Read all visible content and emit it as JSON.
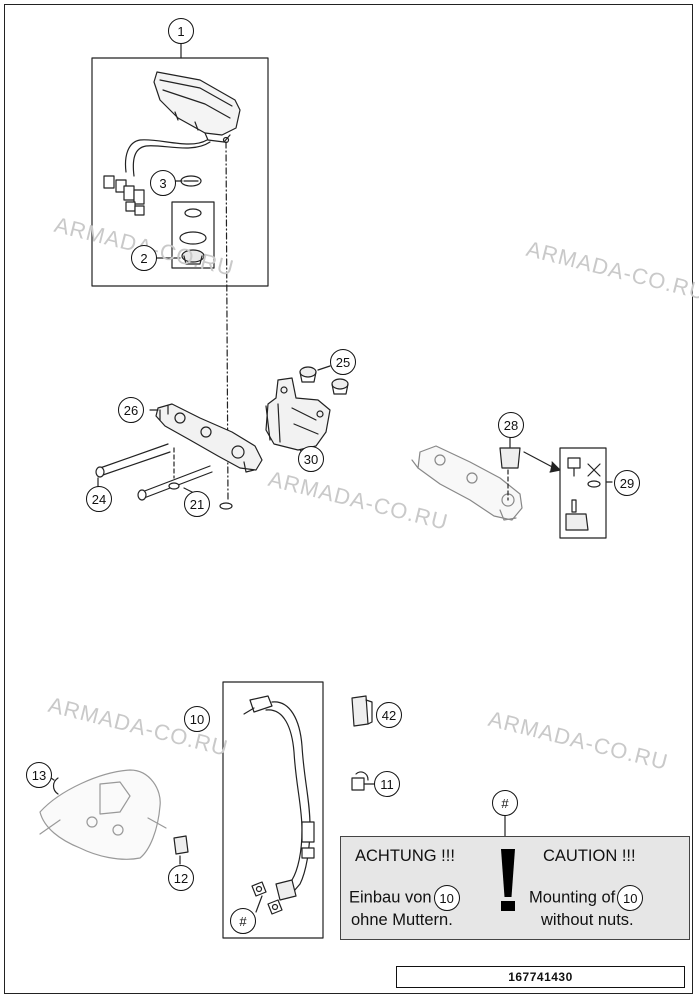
{
  "watermark_text": "ARMADA-CO.RU",
  "callouts": {
    "c1": "1",
    "c2": "2",
    "c3": "3",
    "c10": "10",
    "c11": "11",
    "c12": "12",
    "c13": "13",
    "c21": "21",
    "c24": "24",
    "c25": "25",
    "c26": "26",
    "c28": "28",
    "c29": "29",
    "c30": "30",
    "c42": "42",
    "hash_a": "#",
    "hash_b": "#"
  },
  "warning": {
    "de_title": "ACHTUNG !!!",
    "de_line1": "Einbau von",
    "de_line2": "ohne Muttern.",
    "en_title": "CAUTION !!!",
    "en_line1": "Mounting of",
    "en_line2": "without nuts.",
    "ref_part": "10"
  },
  "footer_code": "167741430"
}
